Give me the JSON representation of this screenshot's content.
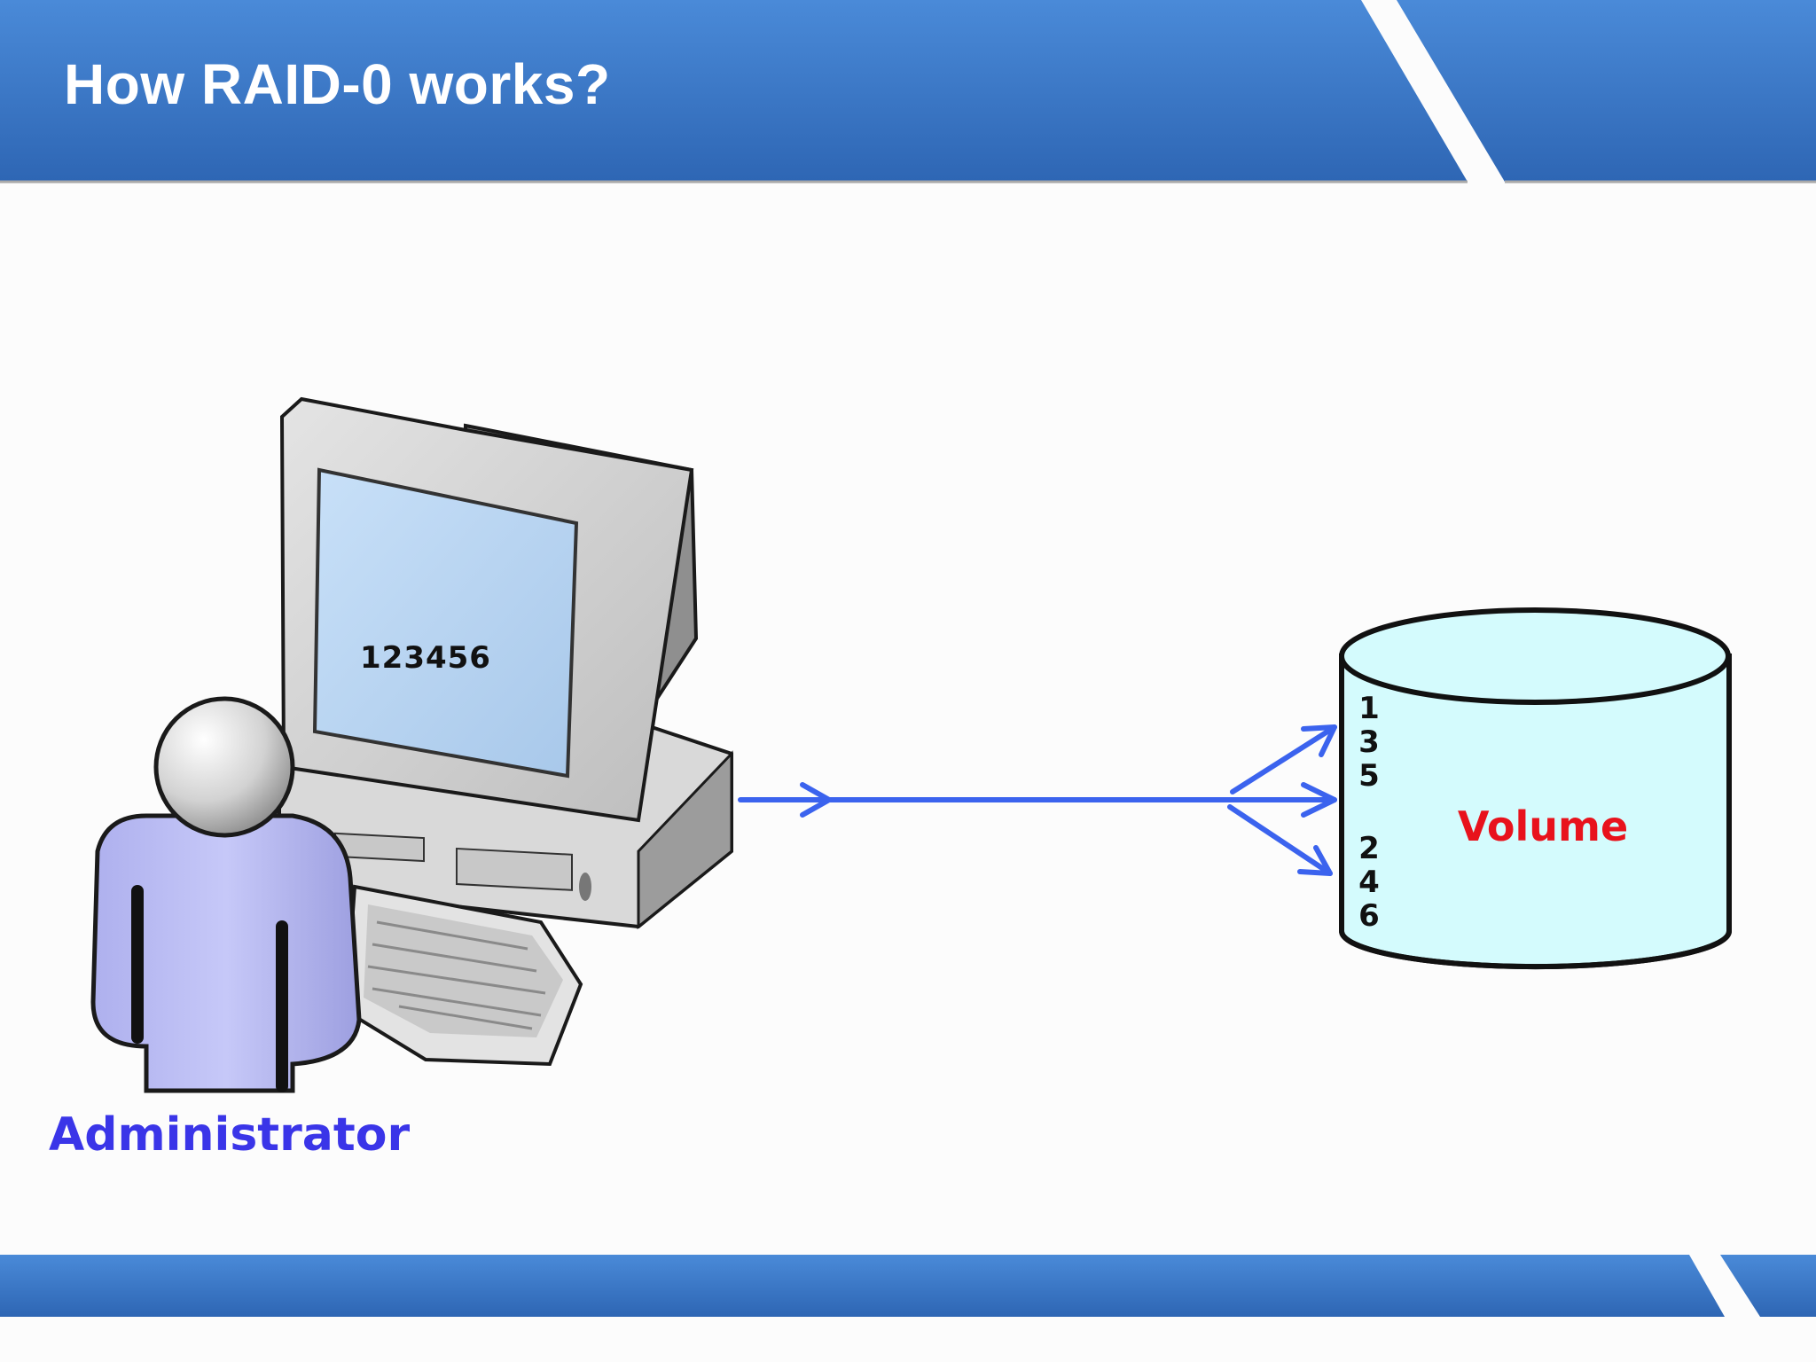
{
  "slide": {
    "title": "How RAID-0 works?",
    "header_color": "#3f7fcf"
  },
  "computer": {
    "screen_text": "123456"
  },
  "admin": {
    "label": "Administrator",
    "label_color": "#3a35e8"
  },
  "volume": {
    "label": "Volume",
    "label_color": "#e8121c",
    "fill_color": "#d4fbfd",
    "blocks_top": [
      "1",
      "3",
      "5"
    ],
    "blocks_bottom": [
      "2",
      "4",
      "6"
    ]
  },
  "arrow_color": "#3b63ee"
}
